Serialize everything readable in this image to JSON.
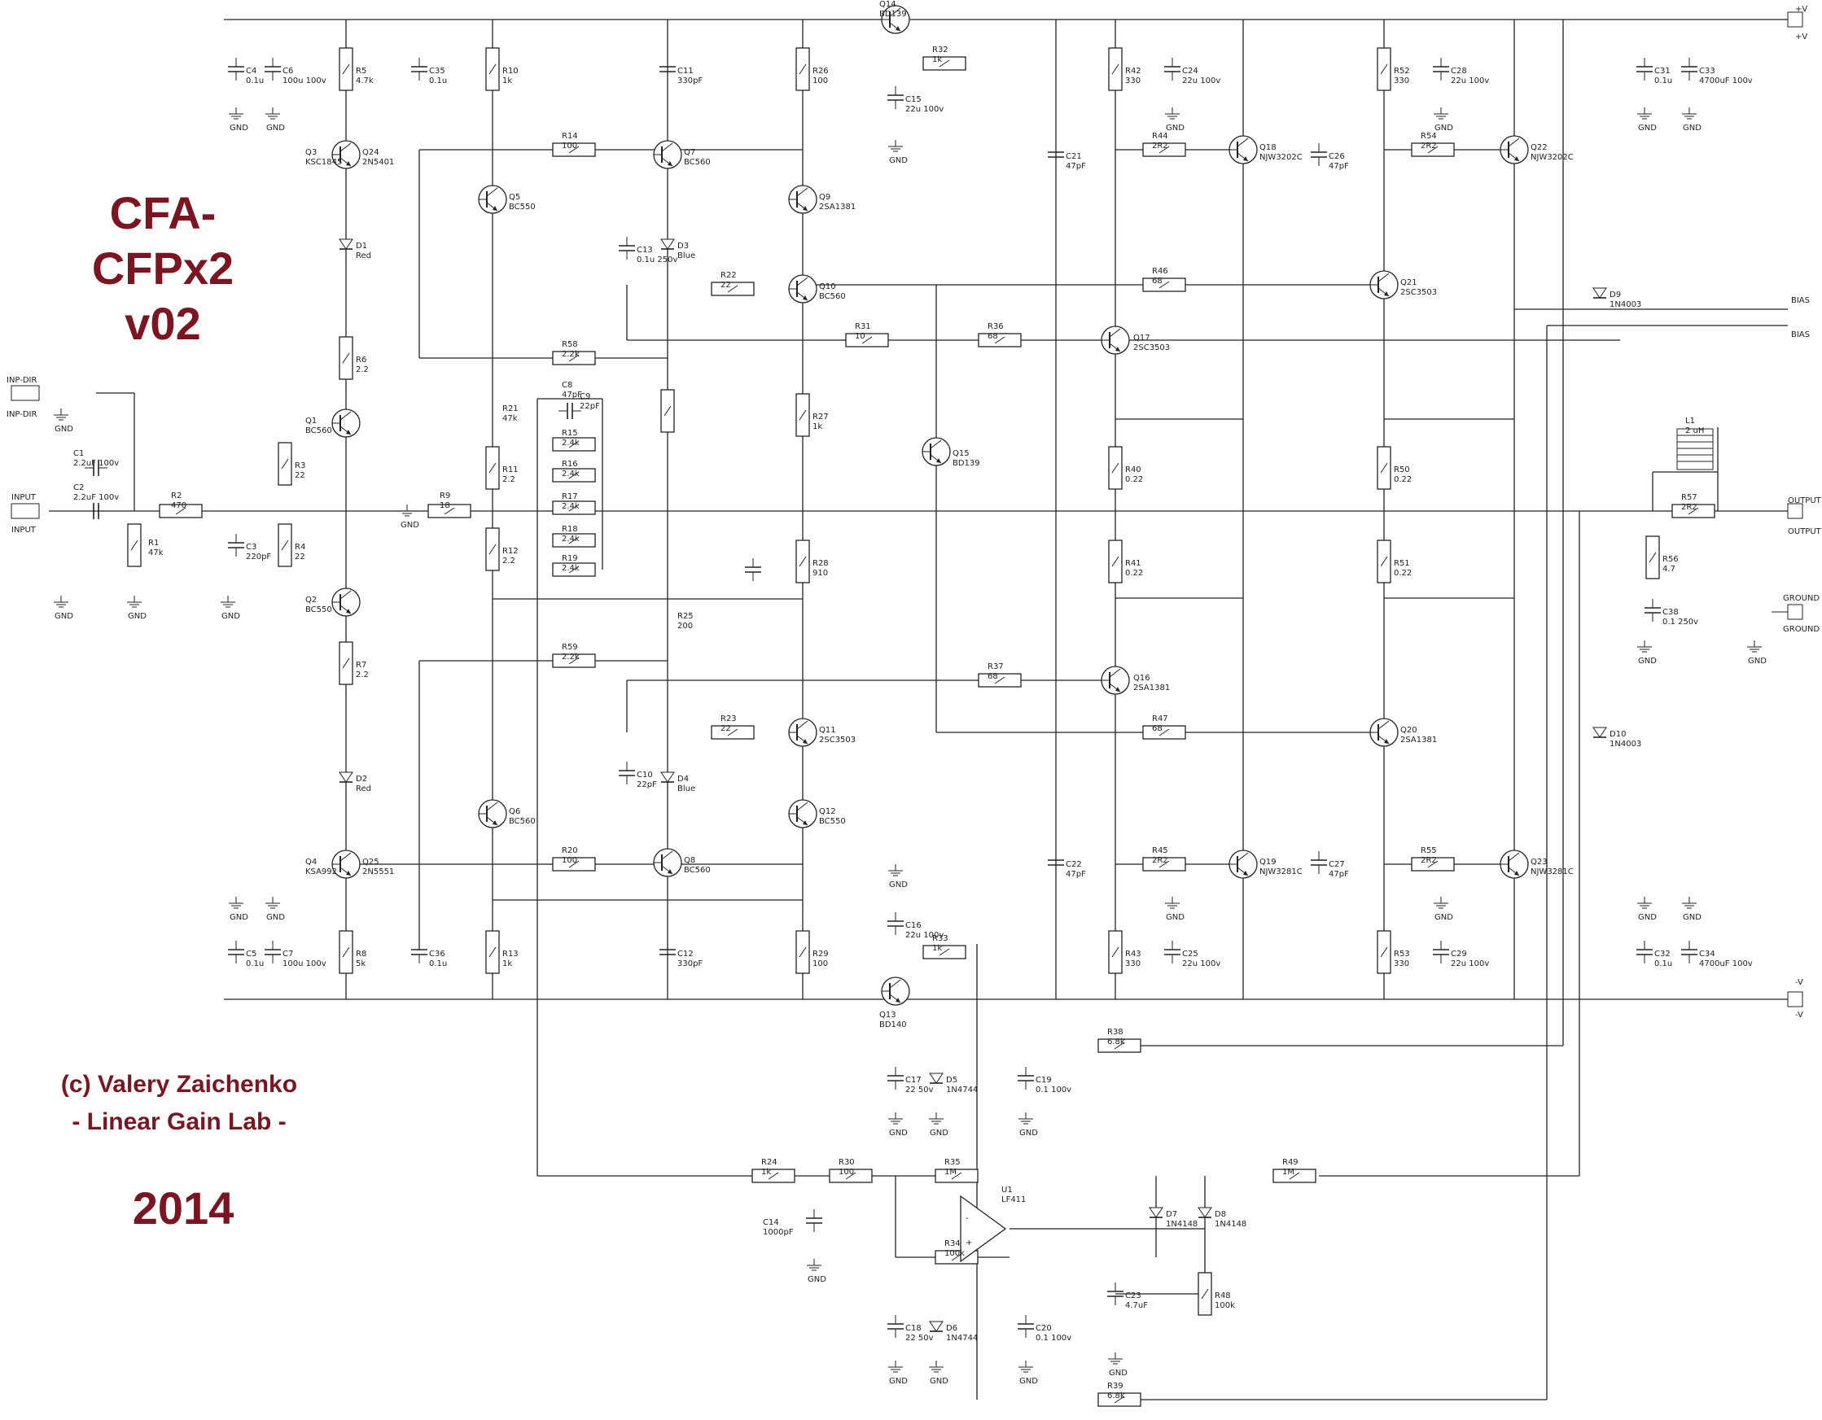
{
  "title": {
    "line1": "CFA-CFPx2",
    "line2": "v02"
  },
  "credits": {
    "copyright": "(c) Valery Zaichenko",
    "lab": "- Linear Gain Lab -",
    "year": "2014"
  },
  "ports": [
    {
      "label": "+V"
    },
    {
      "label": "-V"
    },
    {
      "label": "BIAS"
    },
    {
      "label": "OUTPUT"
    },
    {
      "label": "GROUND"
    },
    {
      "label": "INPUT"
    },
    {
      "label": "INP-DIR"
    }
  ],
  "gnd_label": "GND",
  "components": [
    {
      "ref": "R1",
      "val": "47k"
    },
    {
      "ref": "R2",
      "val": "470"
    },
    {
      "ref": "R3",
      "val": "22"
    },
    {
      "ref": "R4",
      "val": "22"
    },
    {
      "ref": "R5",
      "val": "4.7k"
    },
    {
      "ref": "R6",
      "val": "2.2"
    },
    {
      "ref": "R7",
      "val": "2.2"
    },
    {
      "ref": "R8",
      "val": "5k"
    },
    {
      "ref": "R9",
      "val": "18"
    },
    {
      "ref": "R10",
      "val": "1k"
    },
    {
      "ref": "R11",
      "val": "2.2"
    },
    {
      "ref": "R12",
      "val": "2.2"
    },
    {
      "ref": "R13",
      "val": "1k"
    },
    {
      "ref": "R14",
      "val": "100"
    },
    {
      "ref": "R15",
      "val": "2.4k"
    },
    {
      "ref": "R16",
      "val": "2.4k"
    },
    {
      "ref": "R17",
      "val": "2.4k"
    },
    {
      "ref": "R18",
      "val": "2.4k"
    },
    {
      "ref": "R19",
      "val": "2.4k"
    },
    {
      "ref": "R20",
      "val": "100"
    },
    {
      "ref": "R21",
      "val": "47k"
    },
    {
      "ref": "R22",
      "val": "22"
    },
    {
      "ref": "R23",
      "val": "22"
    },
    {
      "ref": "R24",
      "val": "1k"
    },
    {
      "ref": "R25",
      "val": "200"
    },
    {
      "ref": "R26",
      "val": "100"
    },
    {
      "ref": "R27",
      "val": "1k"
    },
    {
      "ref": "R28",
      "val": "910"
    },
    {
      "ref": "R29",
      "val": "100"
    },
    {
      "ref": "R30",
      "val": "100"
    },
    {
      "ref": "R31",
      "val": "10"
    },
    {
      "ref": "R32",
      "val": "1k"
    },
    {
      "ref": "R33",
      "val": "1k"
    },
    {
      "ref": "R34",
      "val": "100k"
    },
    {
      "ref": "R35",
      "val": "1M"
    },
    {
      "ref": "R36",
      "val": "68"
    },
    {
      "ref": "R37",
      "val": "68"
    },
    {
      "ref": "R38",
      "val": "6.8k"
    },
    {
      "ref": "R39",
      "val": "6.8k"
    },
    {
      "ref": "R40",
      "val": "0.22"
    },
    {
      "ref": "R41",
      "val": "0.22"
    },
    {
      "ref": "R42",
      "val": "330"
    },
    {
      "ref": "R43",
      "val": "330"
    },
    {
      "ref": "R44",
      "val": "2R2"
    },
    {
      "ref": "R45",
      "val": "2R2"
    },
    {
      "ref": "R46",
      "val": "68"
    },
    {
      "ref": "R47",
      "val": "68"
    },
    {
      "ref": "R48",
      "val": "100k"
    },
    {
      "ref": "R49",
      "val": "1M"
    },
    {
      "ref": "R50",
      "val": "0.22"
    },
    {
      "ref": "R51",
      "val": "0.22"
    },
    {
      "ref": "R52",
      "val": "330"
    },
    {
      "ref": "R53",
      "val": "330"
    },
    {
      "ref": "R54",
      "val": "2R2"
    },
    {
      "ref": "R55",
      "val": "2R2"
    },
    {
      "ref": "R56",
      "val": "4.7"
    },
    {
      "ref": "R57",
      "val": "2R2"
    },
    {
      "ref": "R58",
      "val": "2.2k"
    },
    {
      "ref": "R59",
      "val": "2.2k"
    },
    {
      "ref": "C1",
      "val": "2.2uF 100v"
    },
    {
      "ref": "C2",
      "val": "2.2uF 100v"
    },
    {
      "ref": "C3",
      "val": "220pF"
    },
    {
      "ref": "C4",
      "val": "0.1u"
    },
    {
      "ref": "C5",
      "val": "0.1u"
    },
    {
      "ref": "C6",
      "val": "100u 100v"
    },
    {
      "ref": "C7",
      "val": "100u 100v"
    },
    {
      "ref": "C8",
      "val": "47pF"
    },
    {
      "ref": "C9",
      "val": "22pF"
    },
    {
      "ref": "C10",
      "val": "22pF"
    },
    {
      "ref": "C11",
      "val": "330pF"
    },
    {
      "ref": "C12",
      "val": "330pF"
    },
    {
      "ref": "C13",
      "val": "0.1u 250v"
    },
    {
      "ref": "C14",
      "val": "1000pF"
    },
    {
      "ref": "C15",
      "val": "22u 100v"
    },
    {
      "ref": "C16",
      "val": "22u 100v"
    },
    {
      "ref": "C17",
      "val": "22 50v"
    },
    {
      "ref": "C18",
      "val": "22 50v"
    },
    {
      "ref": "C19",
      "val": "0.1 100v"
    },
    {
      "ref": "C20",
      "val": "0.1 100v"
    },
    {
      "ref": "C21",
      "val": "47pF"
    },
    {
      "ref": "C22",
      "val": "47pF"
    },
    {
      "ref": "C23",
      "val": "4.7uF"
    },
    {
      "ref": "C24",
      "val": "22u 100v"
    },
    {
      "ref": "C25",
      "val": "22u 100v"
    },
    {
      "ref": "C26",
      "val": "47pF"
    },
    {
      "ref": "C27",
      "val": "47pF"
    },
    {
      "ref": "C28",
      "val": "22u 100v"
    },
    {
      "ref": "C29",
      "val": "22u 100v"
    },
    {
      "ref": "C31",
      "val": "0.1u"
    },
    {
      "ref": "C32",
      "val": "0.1u"
    },
    {
      "ref": "C33",
      "val": "4700uF 100v"
    },
    {
      "ref": "C34",
      "val": "4700uF 100v"
    },
    {
      "ref": "C35",
      "val": "0.1u"
    },
    {
      "ref": "C36",
      "val": "0.1u"
    },
    {
      "ref": "C38",
      "val": "0.1 250v"
    },
    {
      "ref": "Q1",
      "val": "BC560"
    },
    {
      "ref": "Q2",
      "val": "BC550"
    },
    {
      "ref": "Q3",
      "val": "KSC1845"
    },
    {
      "ref": "Q4",
      "val": "KSA992"
    },
    {
      "ref": "Q5",
      "val": "BC550"
    },
    {
      "ref": "Q6",
      "val": "BC560"
    },
    {
      "ref": "Q7",
      "val": "BC560"
    },
    {
      "ref": "Q8",
      "val": "BC560"
    },
    {
      "ref": "Q9",
      "val": "2SA1381"
    },
    {
      "ref": "Q10",
      "val": "BC560"
    },
    {
      "ref": "Q11",
      "val": "2SC3503"
    },
    {
      "ref": "Q12",
      "val": "BC550"
    },
    {
      "ref": "Q13",
      "val": "BD140"
    },
    {
      "ref": "Q14",
      "val": "BD139"
    },
    {
      "ref": "Q15",
      "val": "BD139"
    },
    {
      "ref": "Q16",
      "val": "2SA1381"
    },
    {
      "ref": "Q17",
      "val": "2SC3503"
    },
    {
      "ref": "Q18",
      "val": "NJW3202C"
    },
    {
      "ref": "Q19",
      "val": "NJW3281C"
    },
    {
      "ref": "Q20",
      "val": "2SA1381"
    },
    {
      "ref": "Q21",
      "val": "2SC3503"
    },
    {
      "ref": "Q22",
      "val": "NJW3202C"
    },
    {
      "ref": "Q23",
      "val": "NJW3281C"
    },
    {
      "ref": "Q24",
      "val": "2N5401"
    },
    {
      "ref": "Q25",
      "val": "2N5551"
    },
    {
      "ref": "D1",
      "val": "Red"
    },
    {
      "ref": "D2",
      "val": "Red"
    },
    {
      "ref": "D3",
      "val": "Blue"
    },
    {
      "ref": "D4",
      "val": "Blue"
    },
    {
      "ref": "D5",
      "val": "1N4744"
    },
    {
      "ref": "D6",
      "val": "1N4744"
    },
    {
      "ref": "D7",
      "val": "1N4148"
    },
    {
      "ref": "D8",
      "val": "1N4148"
    },
    {
      "ref": "D9",
      "val": "1N4003"
    },
    {
      "ref": "D10",
      "val": "1N4003"
    },
    {
      "ref": "L1",
      "val": "2 uH"
    },
    {
      "ref": "U1",
      "val": "LF411"
    }
  ]
}
